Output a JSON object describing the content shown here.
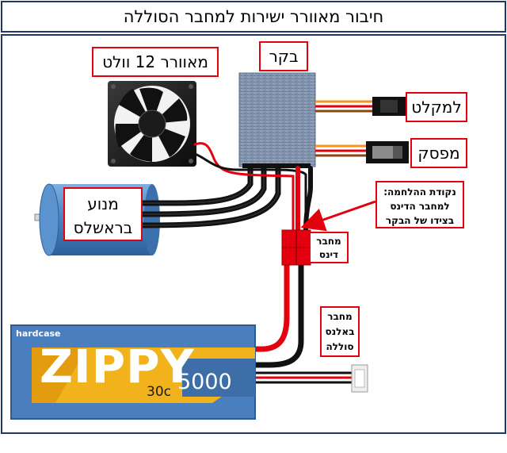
{
  "title": "חיבור מאוורר ישירות למחבר הסוללה",
  "labels": {
    "fan": "מאוורר 12 וולט",
    "esc": "בקר",
    "receiver": "למקלט",
    "switch": "מפסק",
    "motor_line1": "מנוע",
    "motor_line2": "בראשלס",
    "solder_line1": "נקודת ההלחמה:",
    "solder_line2": "למחבר הדינס",
    "solder_line3": "בצידו של הבקר",
    "deans_line1": "מחבר",
    "deans_line2": "דינס",
    "balance_line1": "מחבר",
    "balance_line2": "באלנס",
    "balance_line3": "סוללה"
  },
  "battery": {
    "brand_case": "hardcase",
    "brand": "ZIPPY",
    "capacity": "5000",
    "c_rating": "30c"
  },
  "colors": {
    "frame": "#1f3864",
    "label_border": "#e3000f",
    "wire_red": "#e3000f",
    "wire_black": "#111111",
    "esc_body": "#8496b0",
    "motor_body": "#4a86c6",
    "battery_body": "#4a7fbf",
    "battery_band": "#f2b21c"
  }
}
